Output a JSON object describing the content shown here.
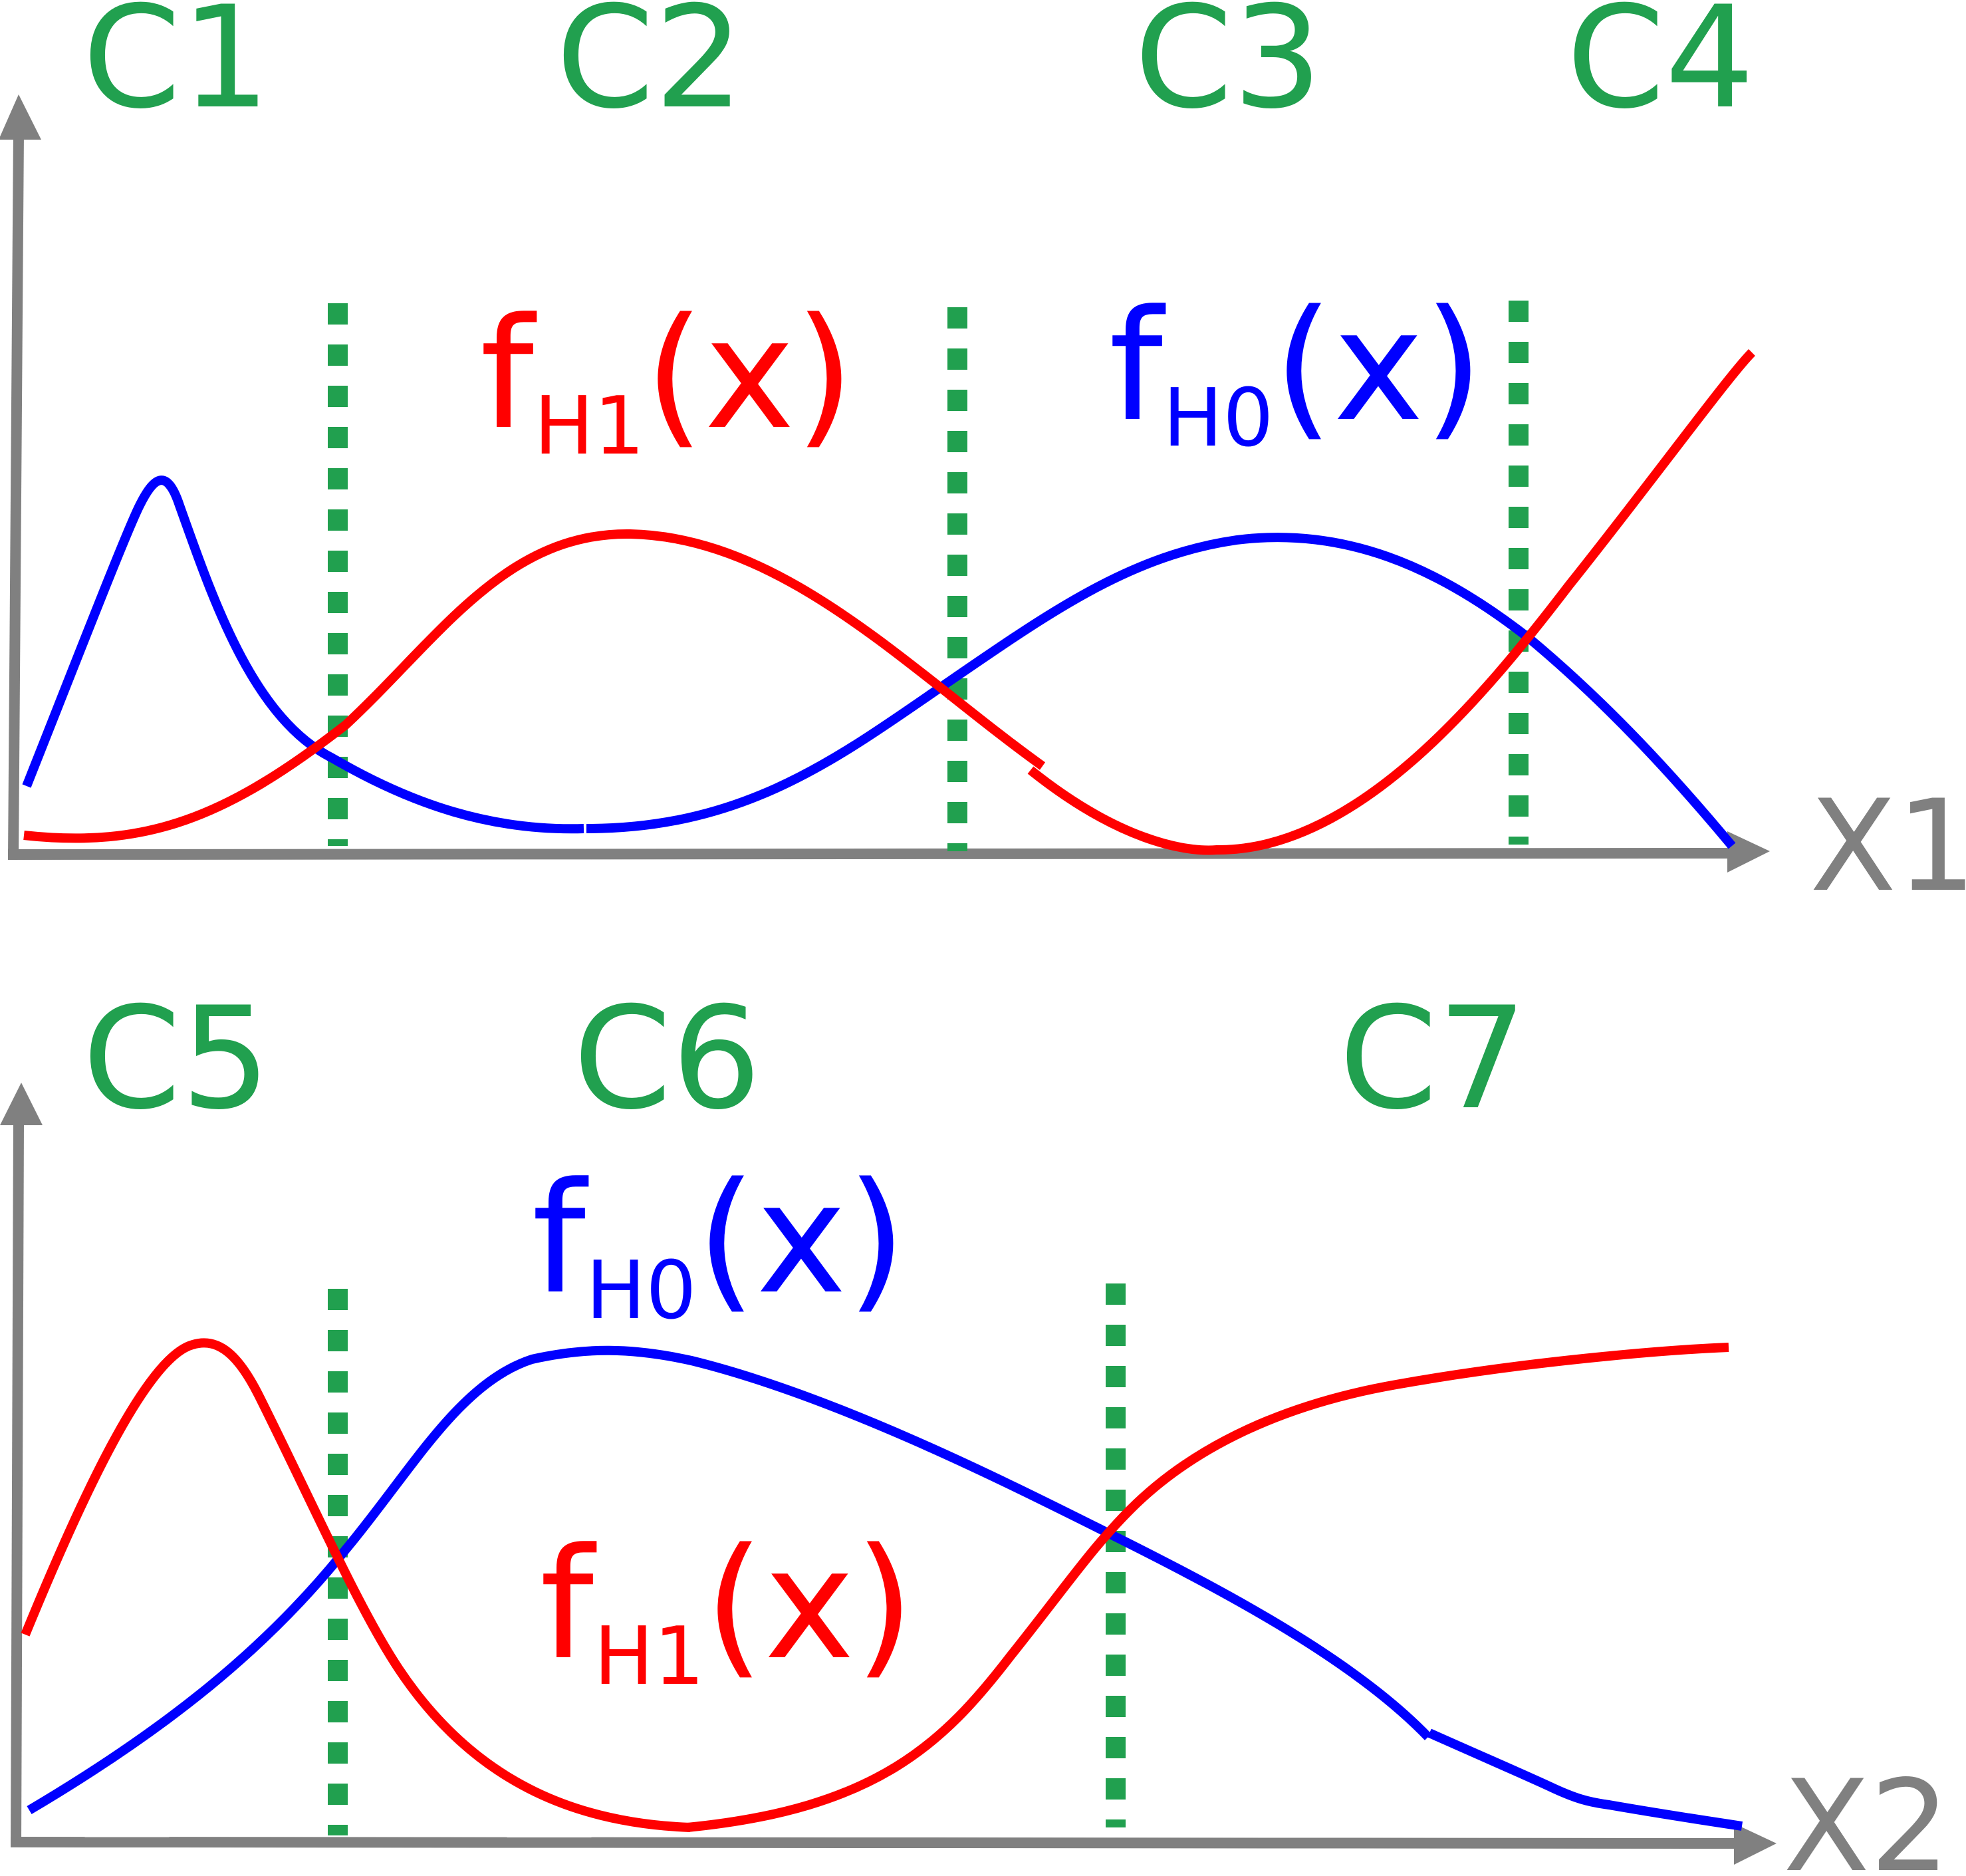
{
  "colors": {
    "axis": "#808080",
    "h0": "#0000ff",
    "h1": "#ff0000",
    "threshold": "#21a04f"
  },
  "top_panel": {
    "axis_label": "X1",
    "regions": [
      "C1",
      "C2",
      "C3",
      "C4"
    ],
    "labels": {
      "h1": {
        "f": "f",
        "sub": "H1",
        "arg": "(x)"
      },
      "h0": {
        "f": "f",
        "sub": "H0",
        "arg": "(x)"
      }
    }
  },
  "bottom_panel": {
    "axis_label": "X2",
    "regions": [
      "C5",
      "C6",
      "C7"
    ],
    "labels": {
      "h0": {
        "f": "f",
        "sub": "H0",
        "arg": "(x)"
      },
      "h1": {
        "f": "f",
        "sub": "H1",
        "arg": "(x)"
      }
    }
  }
}
